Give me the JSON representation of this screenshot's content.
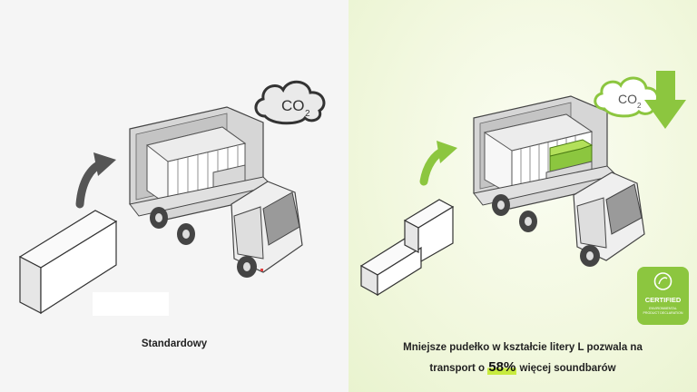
{
  "left": {
    "caption": "Standardowy",
    "cloud_text": "CO",
    "cloud_sub": "2"
  },
  "right": {
    "caption_line1": "Mniejsze pudełko w kształcie litery L pozwala na",
    "caption_line2_prefix": "transport o ",
    "caption_highlight": "58%",
    "caption_line2_suffix": " więcej soundbarów",
    "cloud_text": "CO",
    "cloud_sub": "2",
    "badge": {
      "title": "CERTIFIED",
      "line1": "ENVIRONMENTAL",
      "line2": "PRODUCT DECLARATION"
    }
  },
  "colors": {
    "accent_green": "#8cc63f",
    "arrow_dark": "#555555",
    "highlight": "#c8eb3f"
  },
  "icons": [
    "cloud-co2-icon",
    "down-arrow-icon",
    "curved-arrow-icon",
    "truck-icon",
    "certified-badge-icon"
  ]
}
